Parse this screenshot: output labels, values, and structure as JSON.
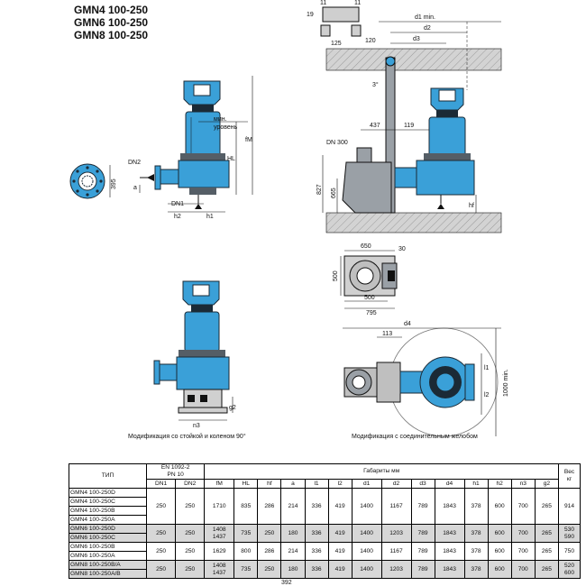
{
  "titles": [
    "GMN4 100-250",
    "GMN6 100-250",
    "GMN8 100-250"
  ],
  "colors": {
    "pump_blue": "#3aa0d8",
    "pump_dark": "#1b2a36",
    "motor_grey": "#555e66",
    "concrete": "#c9c9c9"
  },
  "top_dims": {
    "d11a": "11",
    "d11b": "11",
    "d19": "19",
    "d125": "125",
    "d120": "120",
    "d1": "d1 min.",
    "d2": "d2",
    "d3": "d3",
    "angle": "3°",
    "dn300": "DN 300",
    "d437": "437",
    "d119": "119",
    "h827": "827",
    "h665": "665",
    "hf": "hf"
  },
  "left_dims": {
    "dn2": "DN2",
    "a": "a",
    "dn1": "DN1",
    "h2": "h2",
    "h1": "h1",
    "min_level": "мин.",
    "min_level2": "уровень",
    "hl": "HL",
    "fm": "fM",
    "flange": "395"
  },
  "mid_dims": {
    "w650": "650",
    "w30": "30",
    "h500": "500",
    "w500": "500",
    "w795": "795"
  },
  "lower_left_dims": {
    "g2": "g2",
    "n3": "n3"
  },
  "lower_right_dims": {
    "d4": "d4",
    "d113": "113",
    "l1": "l1",
    "l2": "l2",
    "l1000": "1000 min."
  },
  "captions": {
    "stand": "Модификация со стойкой и коленом 90°",
    "channel": "Модификация с соединительным желобом"
  },
  "table": {
    "head_type": "ТИП",
    "head_en": "EN 1092-2",
    "head_pn": "PN 10",
    "head_dims": "Габариты   мм",
    "head_weight1": "Вес",
    "head_weight2": "кг",
    "columns": [
      "DN1",
      "DN2",
      "fM",
      "HL",
      "hf",
      "a",
      "l1",
      "l2",
      "d1",
      "d2",
      "d3",
      "d4",
      "h1",
      "h2",
      "n3",
      "g2"
    ],
    "groups": [
      {
        "types": [
          "GMN4 100-250D",
          "GMN4 100-250C",
          "GMN4 100-250B",
          "GMN4 100-250A"
        ],
        "values": [
          "250",
          "250",
          "1710",
          "835",
          "286",
          "214",
          "336",
          "419",
          "1400",
          "1167",
          "789",
          "1843",
          "378",
          "600",
          "700",
          "265"
        ],
        "weight": [
          "914"
        ]
      },
      {
        "types": [
          "GMN6 100-250D",
          "GMN6 100-250C"
        ],
        "values": [
          "250",
          "250",
          "1408|1437",
          "735",
          "250",
          "180",
          "336",
          "419",
          "1400",
          "1203",
          "789",
          "1843",
          "378",
          "600",
          "700",
          "265"
        ],
        "weight": [
          "530",
          "590"
        ]
      },
      {
        "types": [
          "GMN6 100-250B",
          "GMN6 100-250A"
        ],
        "values": [
          "250",
          "250",
          "1629",
          "800",
          "286",
          "214",
          "336",
          "419",
          "1400",
          "1167",
          "789",
          "1843",
          "378",
          "600",
          "700",
          "265"
        ],
        "weight": [
          "750"
        ]
      },
      {
        "types": [
          "GMN8 100-250B/A",
          "GMN8 100-250A/B"
        ],
        "values": [
          "250",
          "250",
          "1408|1437",
          "735",
          "250",
          "180",
          "336",
          "419",
          "1400",
          "1203",
          "789",
          "1843",
          "378",
          "600",
          "700",
          "265"
        ],
        "weight": [
          "520",
          "600"
        ]
      }
    ]
  },
  "page_number": "392"
}
